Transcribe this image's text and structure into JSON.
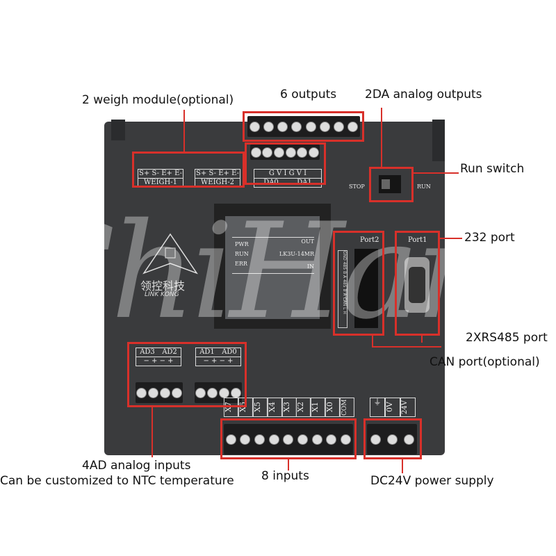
{
  "callouts": {
    "weigh": "2 weigh module(optional)",
    "outputs": "6 outputs",
    "da": "2DA analog outputs",
    "run_switch": "Run switch",
    "port232": "232 port",
    "rs485": "2XRS485 port",
    "can": "CAN port(optional)",
    "ad_1": "4AD analog inputs",
    "ad_2": "Can be customized to NTC temperature",
    "inputs": "8 inputs",
    "power": "DC24V power supply"
  },
  "device": {
    "weigh1_pins": "S+ S- E+ E-",
    "weigh1": "WEIGH-1",
    "weigh2_pins": "S+ S- E+ E-",
    "weigh2": "WEIGH-2",
    "da_pins": "G V I G V I",
    "da0": "DA0",
    "da1": "DA1",
    "stop": "STOP",
    "run": "RUN",
    "port2": "Port2",
    "port1": "Port1",
    "port2_pins": "GND 485 B A 485 B A CAN L H",
    "logo_cn": "领控科技",
    "logo_en": "LINK KONG",
    "pwr": "PWR",
    "run_led": "RUN",
    "err": "ERR",
    "out": "OUT",
    "model": "LK3U-14MR",
    "in": "IN",
    "ad3": "AD3",
    "ad2": "AD2",
    "ad1": "AD1",
    "ad0": "AD0",
    "ad_pins": "− + − +",
    "inputs": [
      "X7",
      "X6",
      "X5",
      "X4",
      "X3",
      "X2",
      "X1",
      "X0",
      "COM"
    ],
    "power": [
      "⏚",
      "0V",
      "24V"
    ]
  },
  "watermark": "ChiHan",
  "colors": {
    "annotation": "#d8302a",
    "device": "#3a3b3d"
  }
}
